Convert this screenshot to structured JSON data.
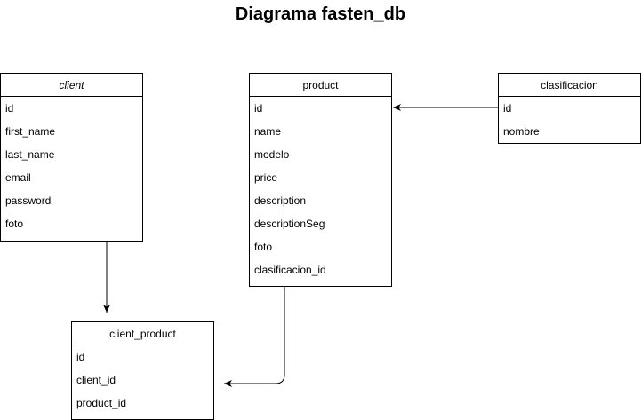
{
  "diagram": {
    "title": "Diagrama fasten_db"
  },
  "entities": {
    "client": {
      "name": "client",
      "fields": [
        "id",
        "first_name",
        "last_name",
        "email",
        "password",
        "foto"
      ]
    },
    "product": {
      "name": "product",
      "fields": [
        "id",
        "name",
        "modelo",
        "price",
        "description",
        "descriptionSeg",
        "foto",
        "clasificacion_id"
      ]
    },
    "clasificacion": {
      "name": "clasificacion",
      "fields": [
        "id",
        "nombre"
      ]
    },
    "client_product": {
      "name": "client_product",
      "fields": [
        "id",
        "client_id",
        "product_id"
      ]
    }
  },
  "relations": [
    {
      "from": "clasificacion.id",
      "to": "product.id"
    },
    {
      "from": "client",
      "to": "client_product"
    },
    {
      "from": "product",
      "to": "client_product"
    }
  ]
}
